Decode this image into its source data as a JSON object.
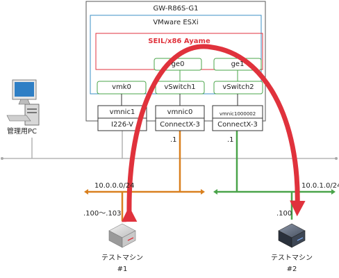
{
  "host": {
    "name": "GW-R86S-G1",
    "hypervisor": "VMware ESXi",
    "vm": "SEIL/x86 Ayame",
    "vm_ports": [
      "ge0",
      "ge1"
    ],
    "vmkernel": "vmk0",
    "vswitches": [
      "vSwitch1",
      "vSwitch2"
    ],
    "vmnics": [
      {
        "name": "vmnic1",
        "model": "I226-V"
      },
      {
        "name": "vmnic0",
        "model": "ConnectX-3"
      },
      {
        "name": "vmnic1000002",
        "model": "ConnectX-3"
      }
    ]
  },
  "pc": {
    "label": "管理用PC"
  },
  "networks": [
    {
      "subnet": "10.0.0.0/24",
      "gateway": ".1",
      "color": "#d9801f"
    },
    {
      "subnet": "10.0.1.0/24",
      "gateway": ".1",
      "color": "#4aa44a"
    }
  ],
  "machines": [
    {
      "name": "テストマシン",
      "id": "#1",
      "address": ".100～.103"
    },
    {
      "name": "テストマシン",
      "id": "#2",
      "address": ".100"
    }
  ],
  "colors": {
    "esxi_border": "#3b8fc5",
    "vm_border": "#e0323c",
    "port_border": "#4aa44a",
    "arrow": "#e0323c",
    "mgmt_line": "#a8a8a8"
  }
}
